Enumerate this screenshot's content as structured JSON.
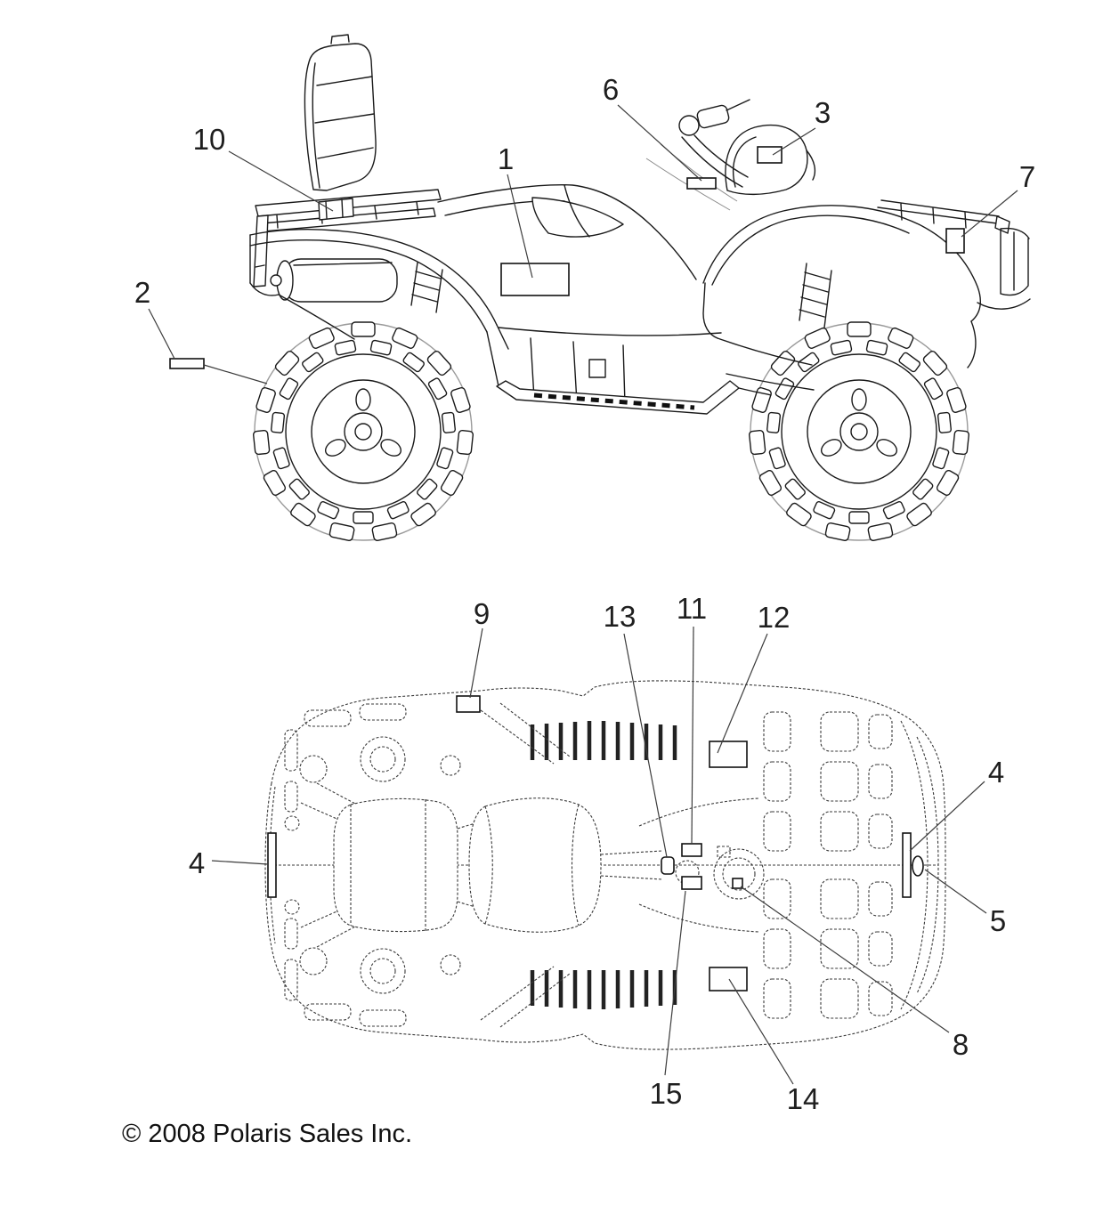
{
  "copyright": "© 2008 Polaris Sales Inc.",
  "colors": {
    "line": "#1a1a1a",
    "leader": "#3c3c3c",
    "dashed": "#3a3a3a",
    "background": "#ffffff"
  },
  "views": {
    "side": {
      "callouts": [
        {
          "label": "10"
        },
        {
          "label": "1"
        },
        {
          "label": "6"
        },
        {
          "label": "3"
        },
        {
          "label": "7"
        },
        {
          "label": "2"
        }
      ]
    },
    "bottom": {
      "callouts": [
        {
          "label": "9"
        },
        {
          "label": "13"
        },
        {
          "label": "11"
        },
        {
          "label": "12"
        },
        {
          "label": "4"
        },
        {
          "label": "5"
        },
        {
          "label": "4"
        },
        {
          "label": "8"
        },
        {
          "label": "15"
        },
        {
          "label": "14"
        }
      ]
    }
  }
}
